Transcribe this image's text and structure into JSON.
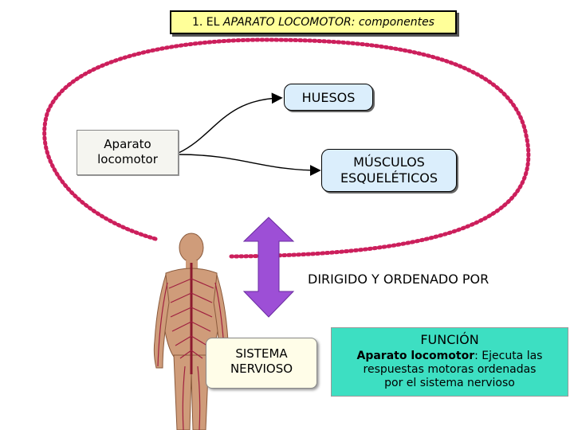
{
  "title": {
    "lead": "1. EL ",
    "rest": "APARATO LOCOMOTOR: componentes"
  },
  "nodes": {
    "aparato": [
      "Aparato",
      "locomotor"
    ],
    "huesos": "HUESOS",
    "musculos": [
      "MÚSCULOS",
      "ESQUELÉTICOS"
    ],
    "sistema": [
      "SISTEMA",
      "NERVIOSO"
    ]
  },
  "connector_label": "DIRIGIDO Y ORDENADO POR",
  "function_box": {
    "title": "FUNCIÓN",
    "subject": "Aparato locomotor",
    "text_after_subject": ": Ejecuta las",
    "line2": "respuestas motoras ordenadas",
    "line3": "por el sistema nervioso"
  },
  "colors": {
    "ellipse": "#cc1f5c",
    "arrow": "#9d4fd6",
    "title_bg": "#ffff99",
    "node_bg": "#dbeefc",
    "function_bg": "#3ddfc2"
  },
  "icons": [
    "human-body-nervous-system-icon"
  ]
}
